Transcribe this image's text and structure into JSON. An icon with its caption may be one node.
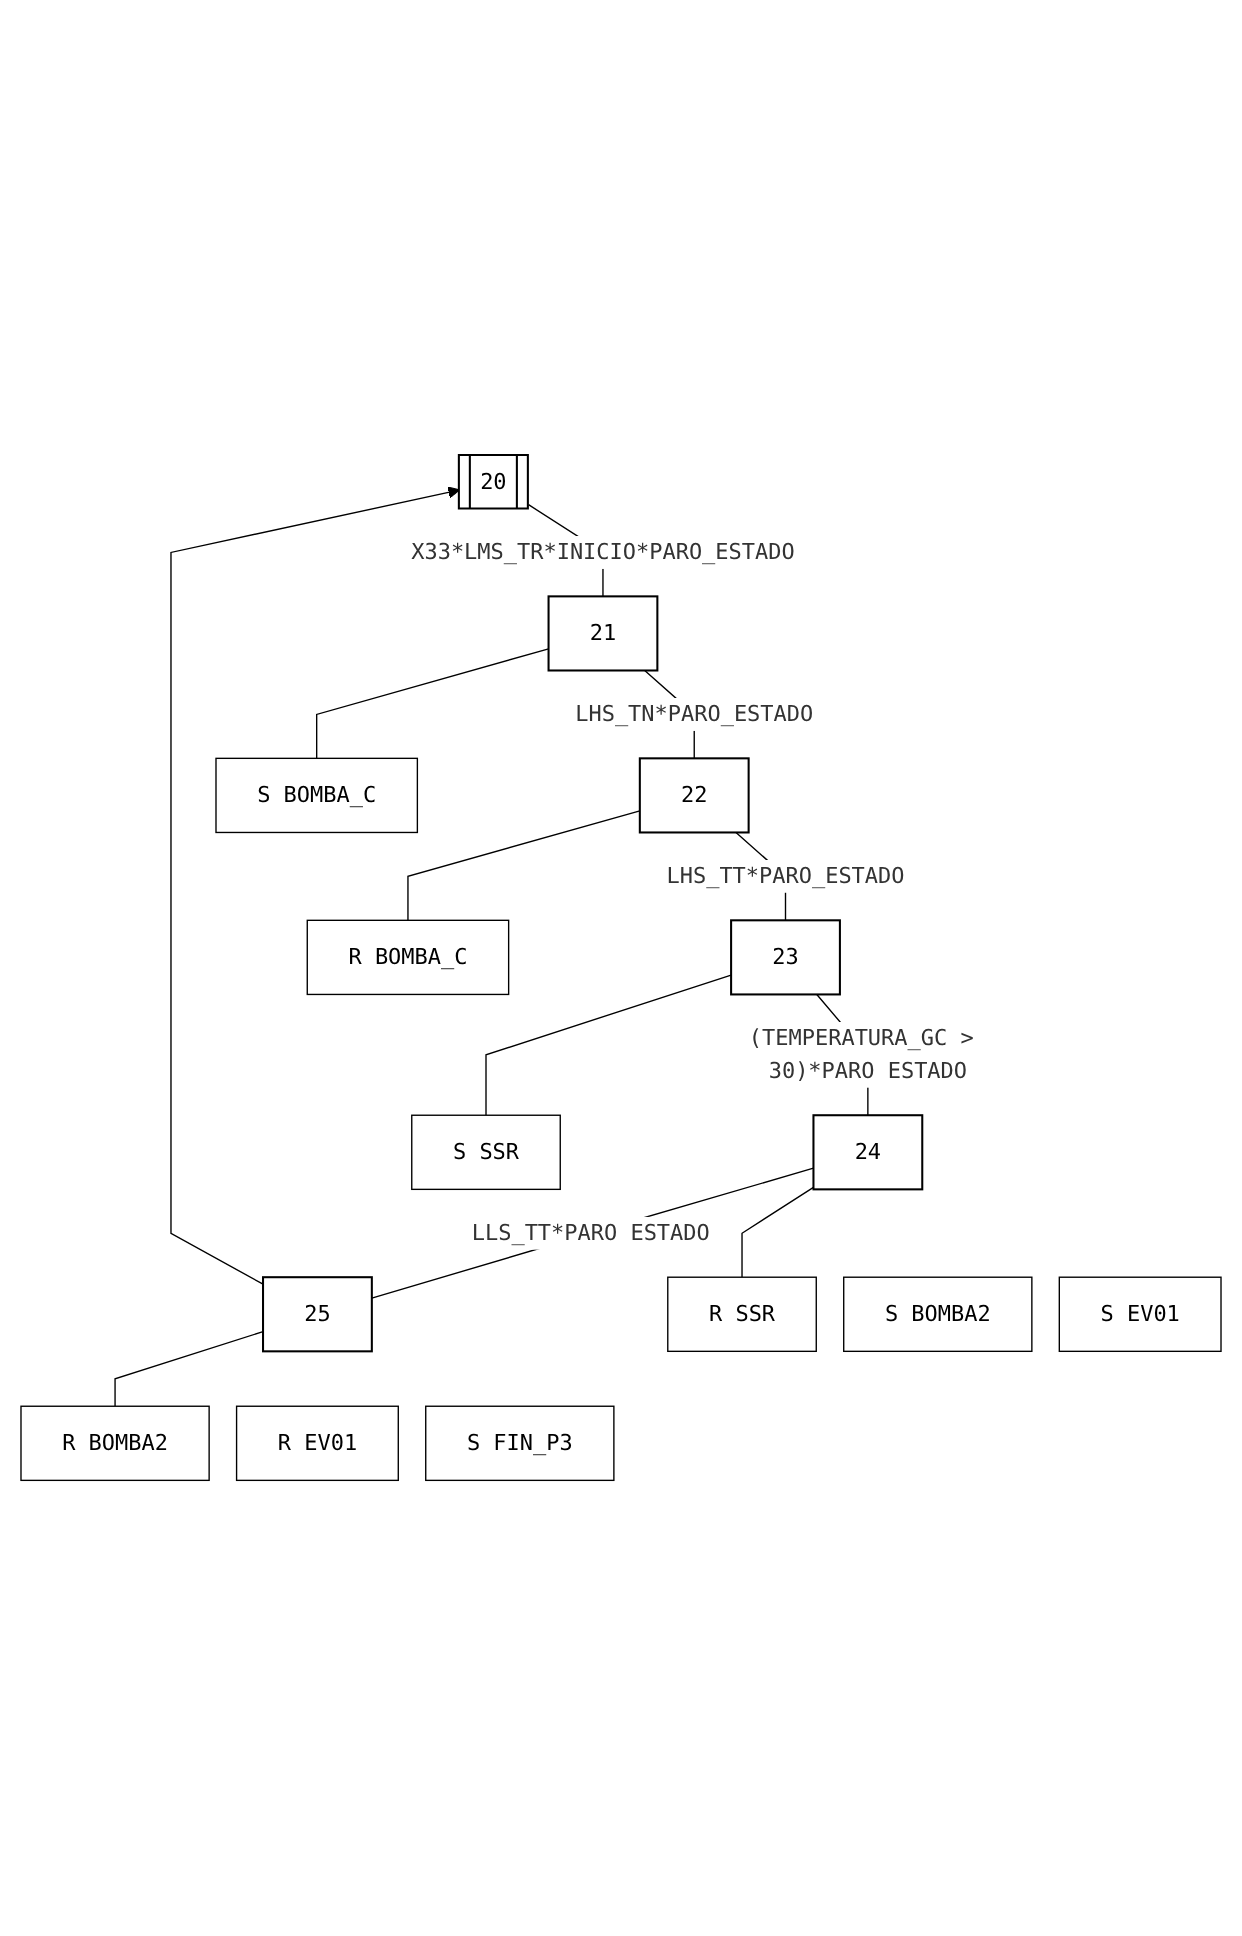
{
  "diagram": {
    "nodes": [
      {
        "text": [
          "20"
        ]
      },
      {
        "text": [
          "21"
        ]
      },
      {
        "text": [
          "S BOMBA_C"
        ]
      },
      {
        "text": [
          "22"
        ]
      },
      {
        "text": [
          "R BOMBA_C"
        ]
      },
      {
        "text": [
          "23"
        ]
      },
      {
        "text": [
          "S SSR"
        ]
      },
      {
        "text": [
          "24"
        ]
      },
      {
        "text": [
          "R SSR"
        ]
      },
      {
        "text": [
          "S BOMBA2"
        ]
      },
      {
        "text": [
          "S EV01"
        ]
      },
      {
        "text": [
          "25"
        ]
      },
      {
        "text": [
          "R BOMBA2"
        ]
      },
      {
        "text": [
          "R EV01"
        ]
      },
      {
        "text": [
          "S FIN_P3"
        ]
      }
    ],
    "edges": [
      {
        "from": 0,
        "to": 1,
        "arrow": "none",
        "label": "X33*LMS_TR*INICIO*PARO_ESTADO"
      },
      {
        "from": 1,
        "to": 2,
        "arrow": "none"
      },
      {
        "from": 1,
        "to": 3,
        "arrow": "none",
        "label": "LHS_TN*PARO_ESTADO"
      },
      {
        "from": 3,
        "to": 4,
        "arrow": "none"
      },
      {
        "from": 3,
        "to": 5,
        "arrow": "none",
        "label": "LHS_TT*PARO_ESTADO"
      },
      {
        "from": 5,
        "to": 6,
        "arrow": "none"
      },
      {
        "from": 5,
        "to": 7,
        "arrow": "none",
        "label": "(TEMPERATURA_GC > 30)*PARO ESTADO"
      },
      {
        "from": 7,
        "to": 8,
        "arrow": "none"
      },
      {
        "from": 7,
        "to": 11,
        "arrow": "none",
        "label": "LLS_TT*PARO ESTADO"
      },
      {
        "from": 11,
        "to": 12,
        "arrow": "none"
      },
      {
        "from": 11,
        "to": 0,
        "arrow": "to"
      }
    ]
  }
}
